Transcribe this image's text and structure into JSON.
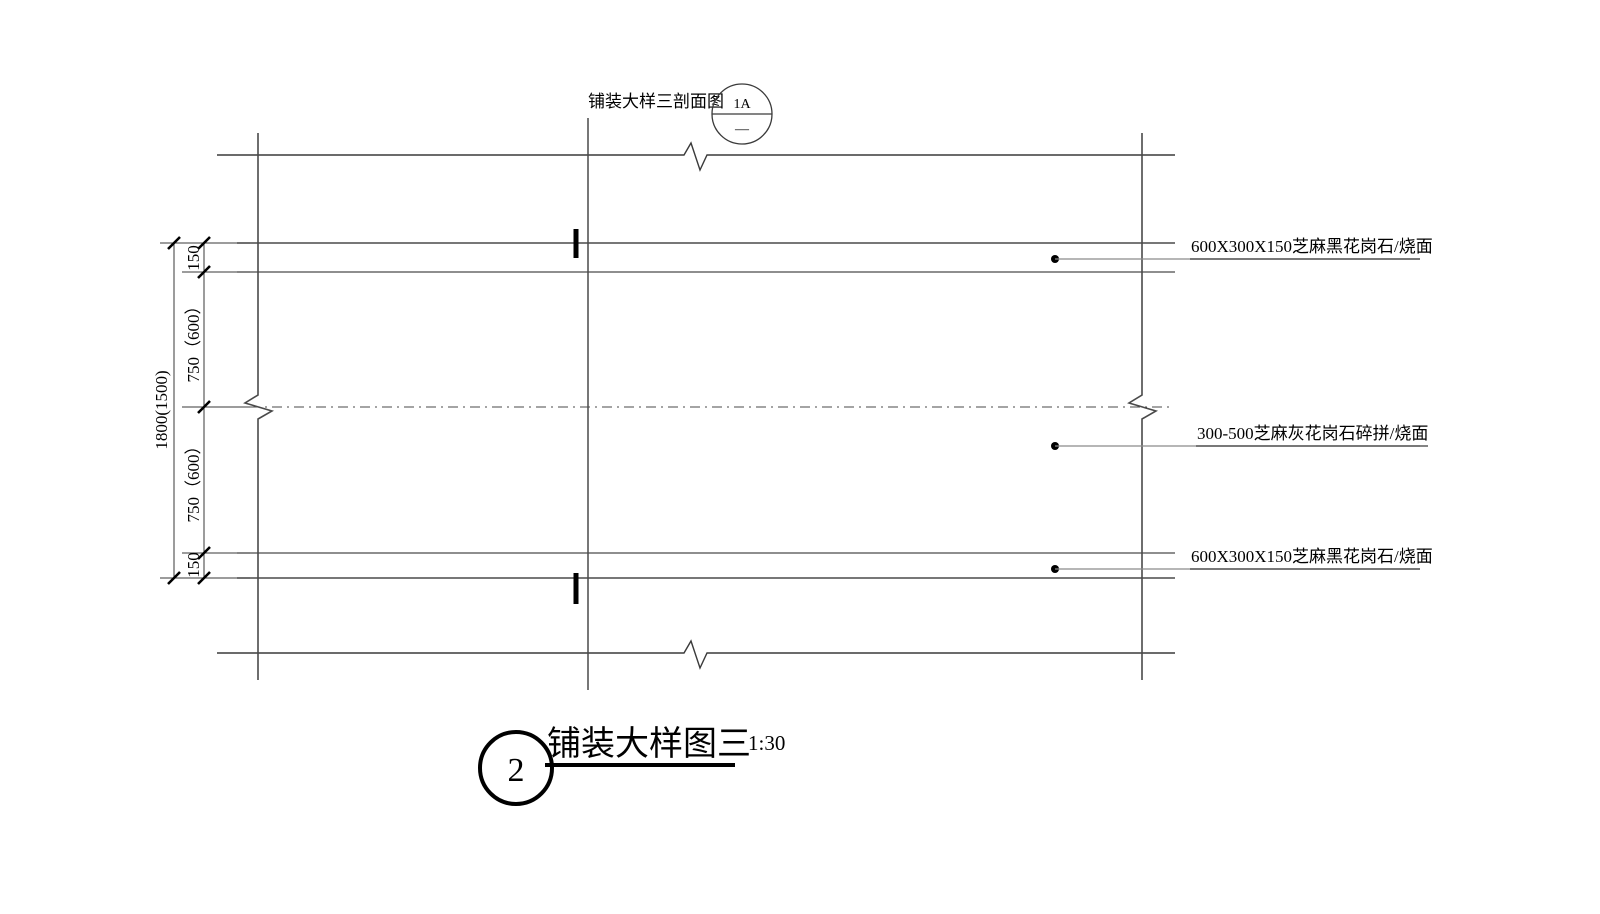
{
  "drawing": {
    "type": "cad-paving-detail",
    "section_label": "铺装大样三剖面图",
    "section_bubble": {
      "top": "1A",
      "bottom": "—"
    },
    "title": "铺装大样图三",
    "title_number": "2",
    "scale": "1:30",
    "dimensions": {
      "overall": "1800(1500)",
      "segments": [
        {
          "label": "150"
        },
        {
          "label": "750（600）"
        },
        {
          "label": "750（600）"
        },
        {
          "label": "150"
        }
      ]
    },
    "annotations": [
      {
        "id": "anno-top",
        "text": "600X300X150芝麻黑花岗石/烧面"
      },
      {
        "id": "anno-middle",
        "text": "300-500芝麻灰花岗石碎拼/烧面"
      },
      {
        "id": "anno-bottom",
        "text": "600X300X150芝麻黑花岗石/烧面"
      }
    ],
    "colors": {
      "line": "#1a1a1a",
      "thin_line": "#555555",
      "leader": "#777777",
      "background": "#ffffff"
    }
  }
}
